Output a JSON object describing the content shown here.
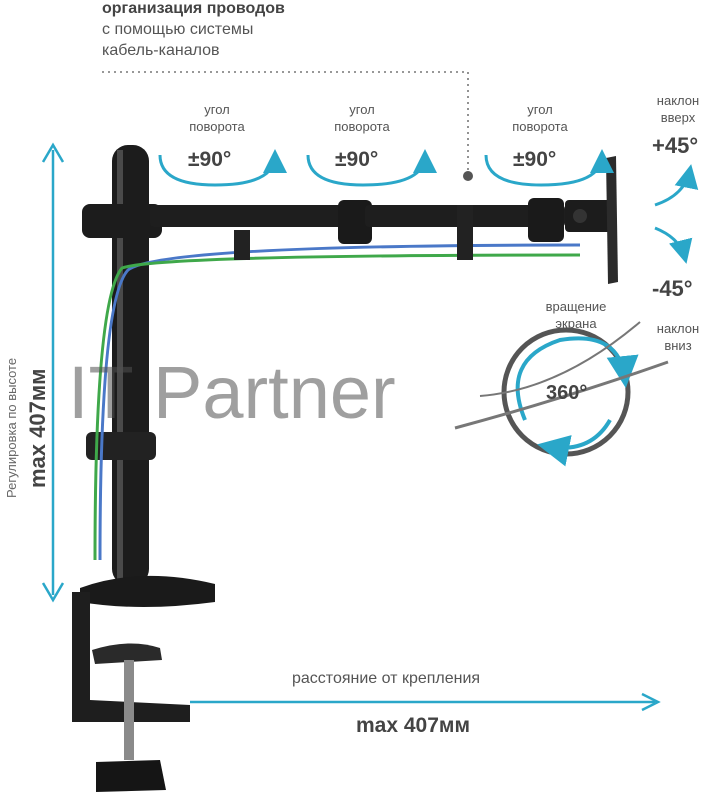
{
  "header": {
    "title_bold": "организация проводов",
    "line2": "с помощью системы",
    "line3": "кабель-каналов"
  },
  "rotations": [
    {
      "label1": "угол",
      "label2": "поворота",
      "value": "±90°"
    },
    {
      "label1": "угол",
      "label2": "поворота",
      "value": "±90°"
    },
    {
      "label1": "угол",
      "label2": "поворота",
      "value": "±90°"
    }
  ],
  "tilt": {
    "up_label1": "наклон",
    "up_label2": "вверх",
    "up_value": "+45°",
    "down_value": "-45°",
    "down_label1": "наклон",
    "down_label2": "вниз"
  },
  "screen_rotation": {
    "label1": "вращение",
    "label2": "экрана",
    "value": "360°"
  },
  "height": {
    "label": "Регулировка по высоте",
    "value": "max 407мм"
  },
  "distance": {
    "label": "расстояние от крепления",
    "value": "max 407мм"
  },
  "watermark": "IT Partner",
  "colors": {
    "accent": "#2aa7c9",
    "cable_blue": "#4a78c8",
    "cable_green": "#3fa84a",
    "metal": "#1c1c1c"
  }
}
